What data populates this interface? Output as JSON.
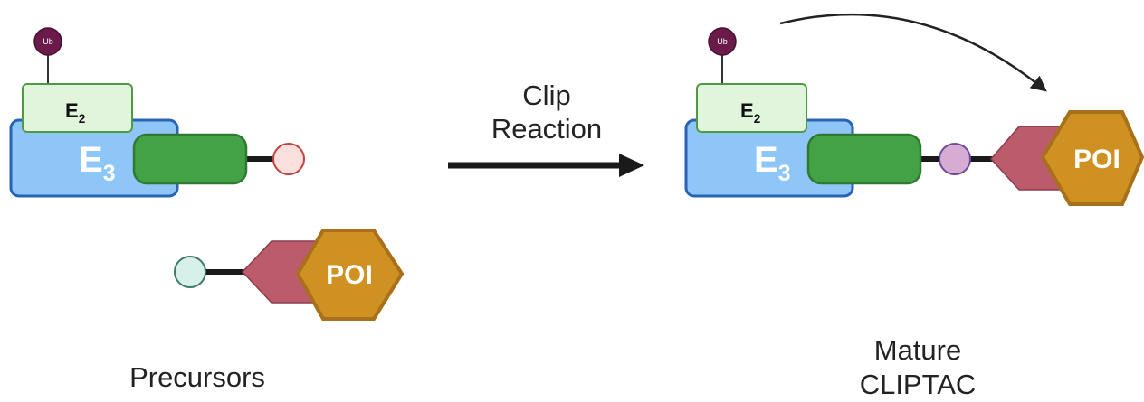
{
  "labels": {
    "ub": "Ub",
    "e2": "E",
    "e2_sub": "2",
    "e3": "E",
    "e3_sub": "3",
    "poi": "POI"
  },
  "reaction": {
    "line1": "Clip",
    "line2": "Reaction"
  },
  "captions": {
    "left": "Precursors",
    "right_line1": "Mature",
    "right_line2": "CLIPTAC"
  },
  "colors": {
    "ub": "#6b1b4a",
    "e2_fill": "#e1f5dc",
    "e2_stroke": "#4f9a42",
    "e3_fill": "#8ec6f8",
    "e3_stroke": "#2863b4",
    "ligand_green": "#43a245",
    "linker": "#1a1a1a",
    "warhead": "#bc5b6c",
    "poi_fill": "#cf9121",
    "poi_stroke": "#a8701a",
    "click_red": "#fbdfdc",
    "click_teal": "#d8f0ea",
    "click_merged": "#d7acd2"
  }
}
